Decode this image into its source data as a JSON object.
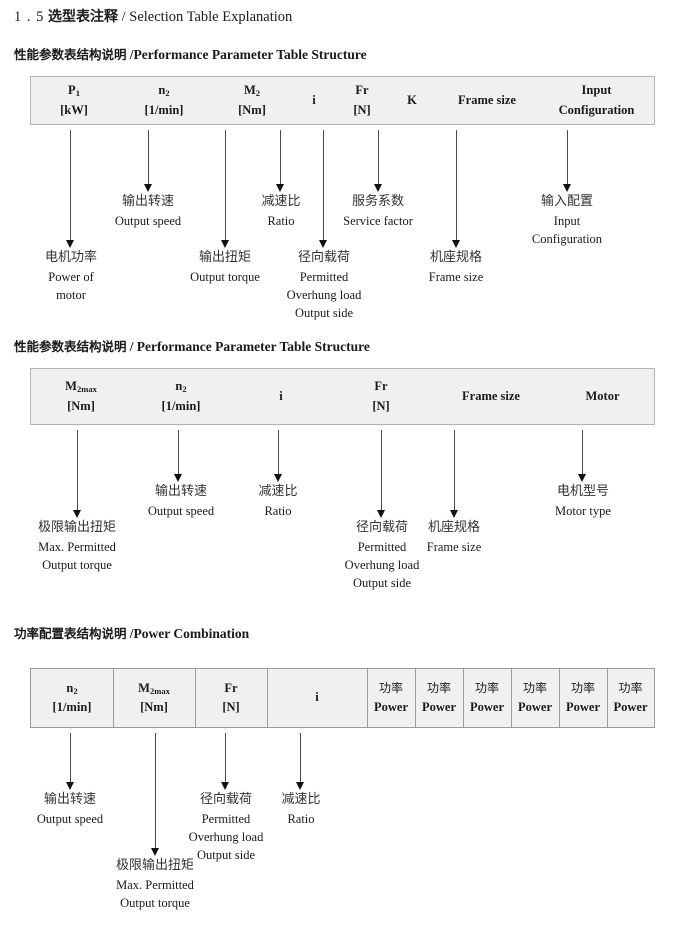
{
  "document": {
    "section_number": "1 . 5",
    "title_cn": "选型表注释",
    "separator": "/",
    "title_en": "Selection Table Explanation"
  },
  "sections": [
    {
      "heading_cn": "性能参数表结构说明",
      "heading_sep": "/",
      "heading_en": "Performance Parameter Table Structure",
      "table": {
        "columns": [
          {
            "line1": "P",
            "sub1": "1",
            "line2": "[kW]"
          },
          {
            "line1": "n",
            "sub1": "2",
            "line2": "[1/min]"
          },
          {
            "line1": "M",
            "sub1": "2",
            "line2": "[Nm]"
          },
          {
            "line1": "i",
            "sub1": "",
            "line2": ""
          },
          {
            "line1": "Fr",
            "sub1": "",
            "line2": "[N]"
          },
          {
            "line1": "K",
            "sub1": "",
            "line2": ""
          },
          {
            "line1": "Frame size",
            "sub1": "",
            "line2": ""
          },
          {
            "line1": "Input",
            "sub1": "",
            "line2": "Configuration"
          }
        ]
      },
      "annotations": [
        {
          "cn": "电机功率",
          "en": [
            "Power of",
            "motor"
          ]
        },
        {
          "cn": "输出转速",
          "en": [
            "Output speed"
          ]
        },
        {
          "cn": "输出扭矩",
          "en": [
            "Output torque"
          ]
        },
        {
          "cn": "减速比",
          "en": [
            "Ratio"
          ]
        },
        {
          "cn": "径向载荷",
          "en": [
            "Permitted",
            "Overhung load",
            "Output side"
          ]
        },
        {
          "cn": "服务系数",
          "en": [
            "Service factor"
          ]
        },
        {
          "cn": "机座规格",
          "en": [
            "Frame size"
          ]
        },
        {
          "cn": "输入配置",
          "en": [
            "Input",
            "Configuration"
          ]
        }
      ]
    },
    {
      "heading_cn": "性能参数表结构说明",
      "heading_sep": "/",
      "heading_en": "Performance Parameter Table Structure",
      "table": {
        "columns": [
          {
            "line1": "M",
            "sub1": "2max",
            "line2": "[Nm]"
          },
          {
            "line1": "n",
            "sub1": "2",
            "line2": "[1/min]"
          },
          {
            "line1": "i",
            "sub1": "",
            "line2": ""
          },
          {
            "line1": "Fr",
            "sub1": "",
            "line2": "[N]"
          },
          {
            "line1": "Frame size",
            "sub1": "",
            "line2": ""
          },
          {
            "line1": "Motor",
            "sub1": "",
            "line2": ""
          }
        ]
      },
      "annotations": [
        {
          "cn": "极限输出扭矩",
          "en": [
            "Max. Permitted",
            "Output  torque"
          ]
        },
        {
          "cn": "输出转速",
          "en": [
            "Output speed"
          ]
        },
        {
          "cn": "减速比",
          "en": [
            "Ratio"
          ]
        },
        {
          "cn": "径向载荷",
          "en": [
            "Permitted",
            "Overhung load",
            "Output side"
          ]
        },
        {
          "cn": "机座规格",
          "en": [
            "Frame size"
          ]
        },
        {
          "cn": "电机型号",
          "en": [
            "Motor type"
          ]
        }
      ]
    },
    {
      "heading_cn": "功率配置表结构说明",
      "heading_sep": "/",
      "heading_en": "Power Combination",
      "table": {
        "columns": [
          {
            "line1": "n",
            "sub1": "2",
            "line2": "[1/min]"
          },
          {
            "line1": "M",
            "sub1": "2max",
            "line2": "[Nm]"
          },
          {
            "line1": "Fr",
            "sub1": "",
            "line2": "[N]"
          },
          {
            "line1": "i",
            "sub1": "",
            "line2": ""
          },
          {
            "line1_cjk": "功率",
            "line2": "Power"
          },
          {
            "line1_cjk": "功率",
            "line2": "Power"
          },
          {
            "line1_cjk": "功率",
            "line2": "Power"
          },
          {
            "line1_cjk": "功率",
            "line2": "Power"
          },
          {
            "line1_cjk": "功率",
            "line2": "Power"
          },
          {
            "line1_cjk": "功率",
            "line2": "Power"
          }
        ]
      },
      "annotations": [
        {
          "cn": "输出转速",
          "en": [
            "Output speed"
          ]
        },
        {
          "cn": "极限输出扭矩",
          "en": [
            "Max. Permitted",
            "Output  torque"
          ]
        },
        {
          "cn": "径向载荷",
          "en": [
            "Permitted",
            "Overhung load",
            "Output side"
          ]
        },
        {
          "cn": "减速比",
          "en": [
            "Ratio"
          ]
        }
      ]
    }
  ],
  "colors": {
    "table_fill": "#f0f0f0",
    "table_border": "#b4b4b4",
    "arrow": "#111111",
    "text": "#1a1a1a"
  }
}
